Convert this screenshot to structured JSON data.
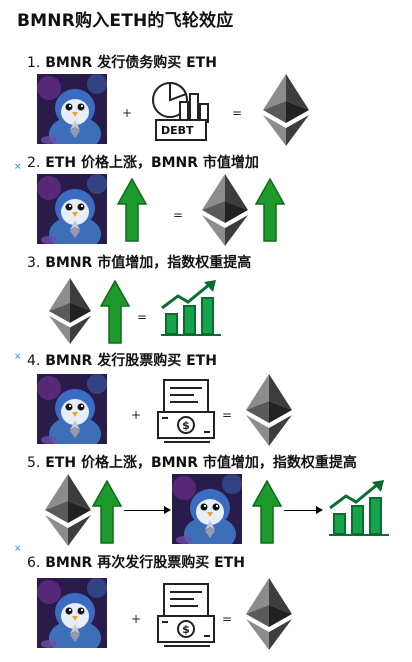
{
  "title": "BMNR购入ETH的飞轮效应",
  "marker": "×",
  "icons": {
    "avatar": "bmnr-penguin-avatar",
    "eth": "ethereum-logo-icon",
    "up": "green-up-arrow-icon",
    "chart": "rising-bar-chart-icon",
    "debt": "debt-pie-chart-icon",
    "money": "stock-certificate-money-icon"
  },
  "colors": {
    "green": "#1e9a2c",
    "eth_dark": "#4a4a4a",
    "eth_light": "#8a8a8a",
    "chart_green": "#17a34a"
  },
  "debt_label": "DEBT",
  "steps": [
    {
      "num": "1.",
      "text": "BMNR 发行债务购买 ETH",
      "ops": [
        "+",
        "="
      ]
    },
    {
      "num": "2.",
      "text": "ETH 价格上涨，BMNR 市值增加",
      "ops": [
        "="
      ]
    },
    {
      "num": "3.",
      "text": "BMNR 市值增加，指数权重提高",
      "ops": [
        "="
      ]
    },
    {
      "num": "4.",
      "text": "BMNR 发行股票购买 ETH",
      "ops": [
        "+",
        "="
      ]
    },
    {
      "num": "5.",
      "text": "ETH 价格上涨，BMNR 市值增加，指数权重提高",
      "ops": []
    },
    {
      "num": "6.",
      "text": "BMNR 再次发行股票购买 ETH",
      "ops": [
        "+",
        "="
      ]
    }
  ]
}
